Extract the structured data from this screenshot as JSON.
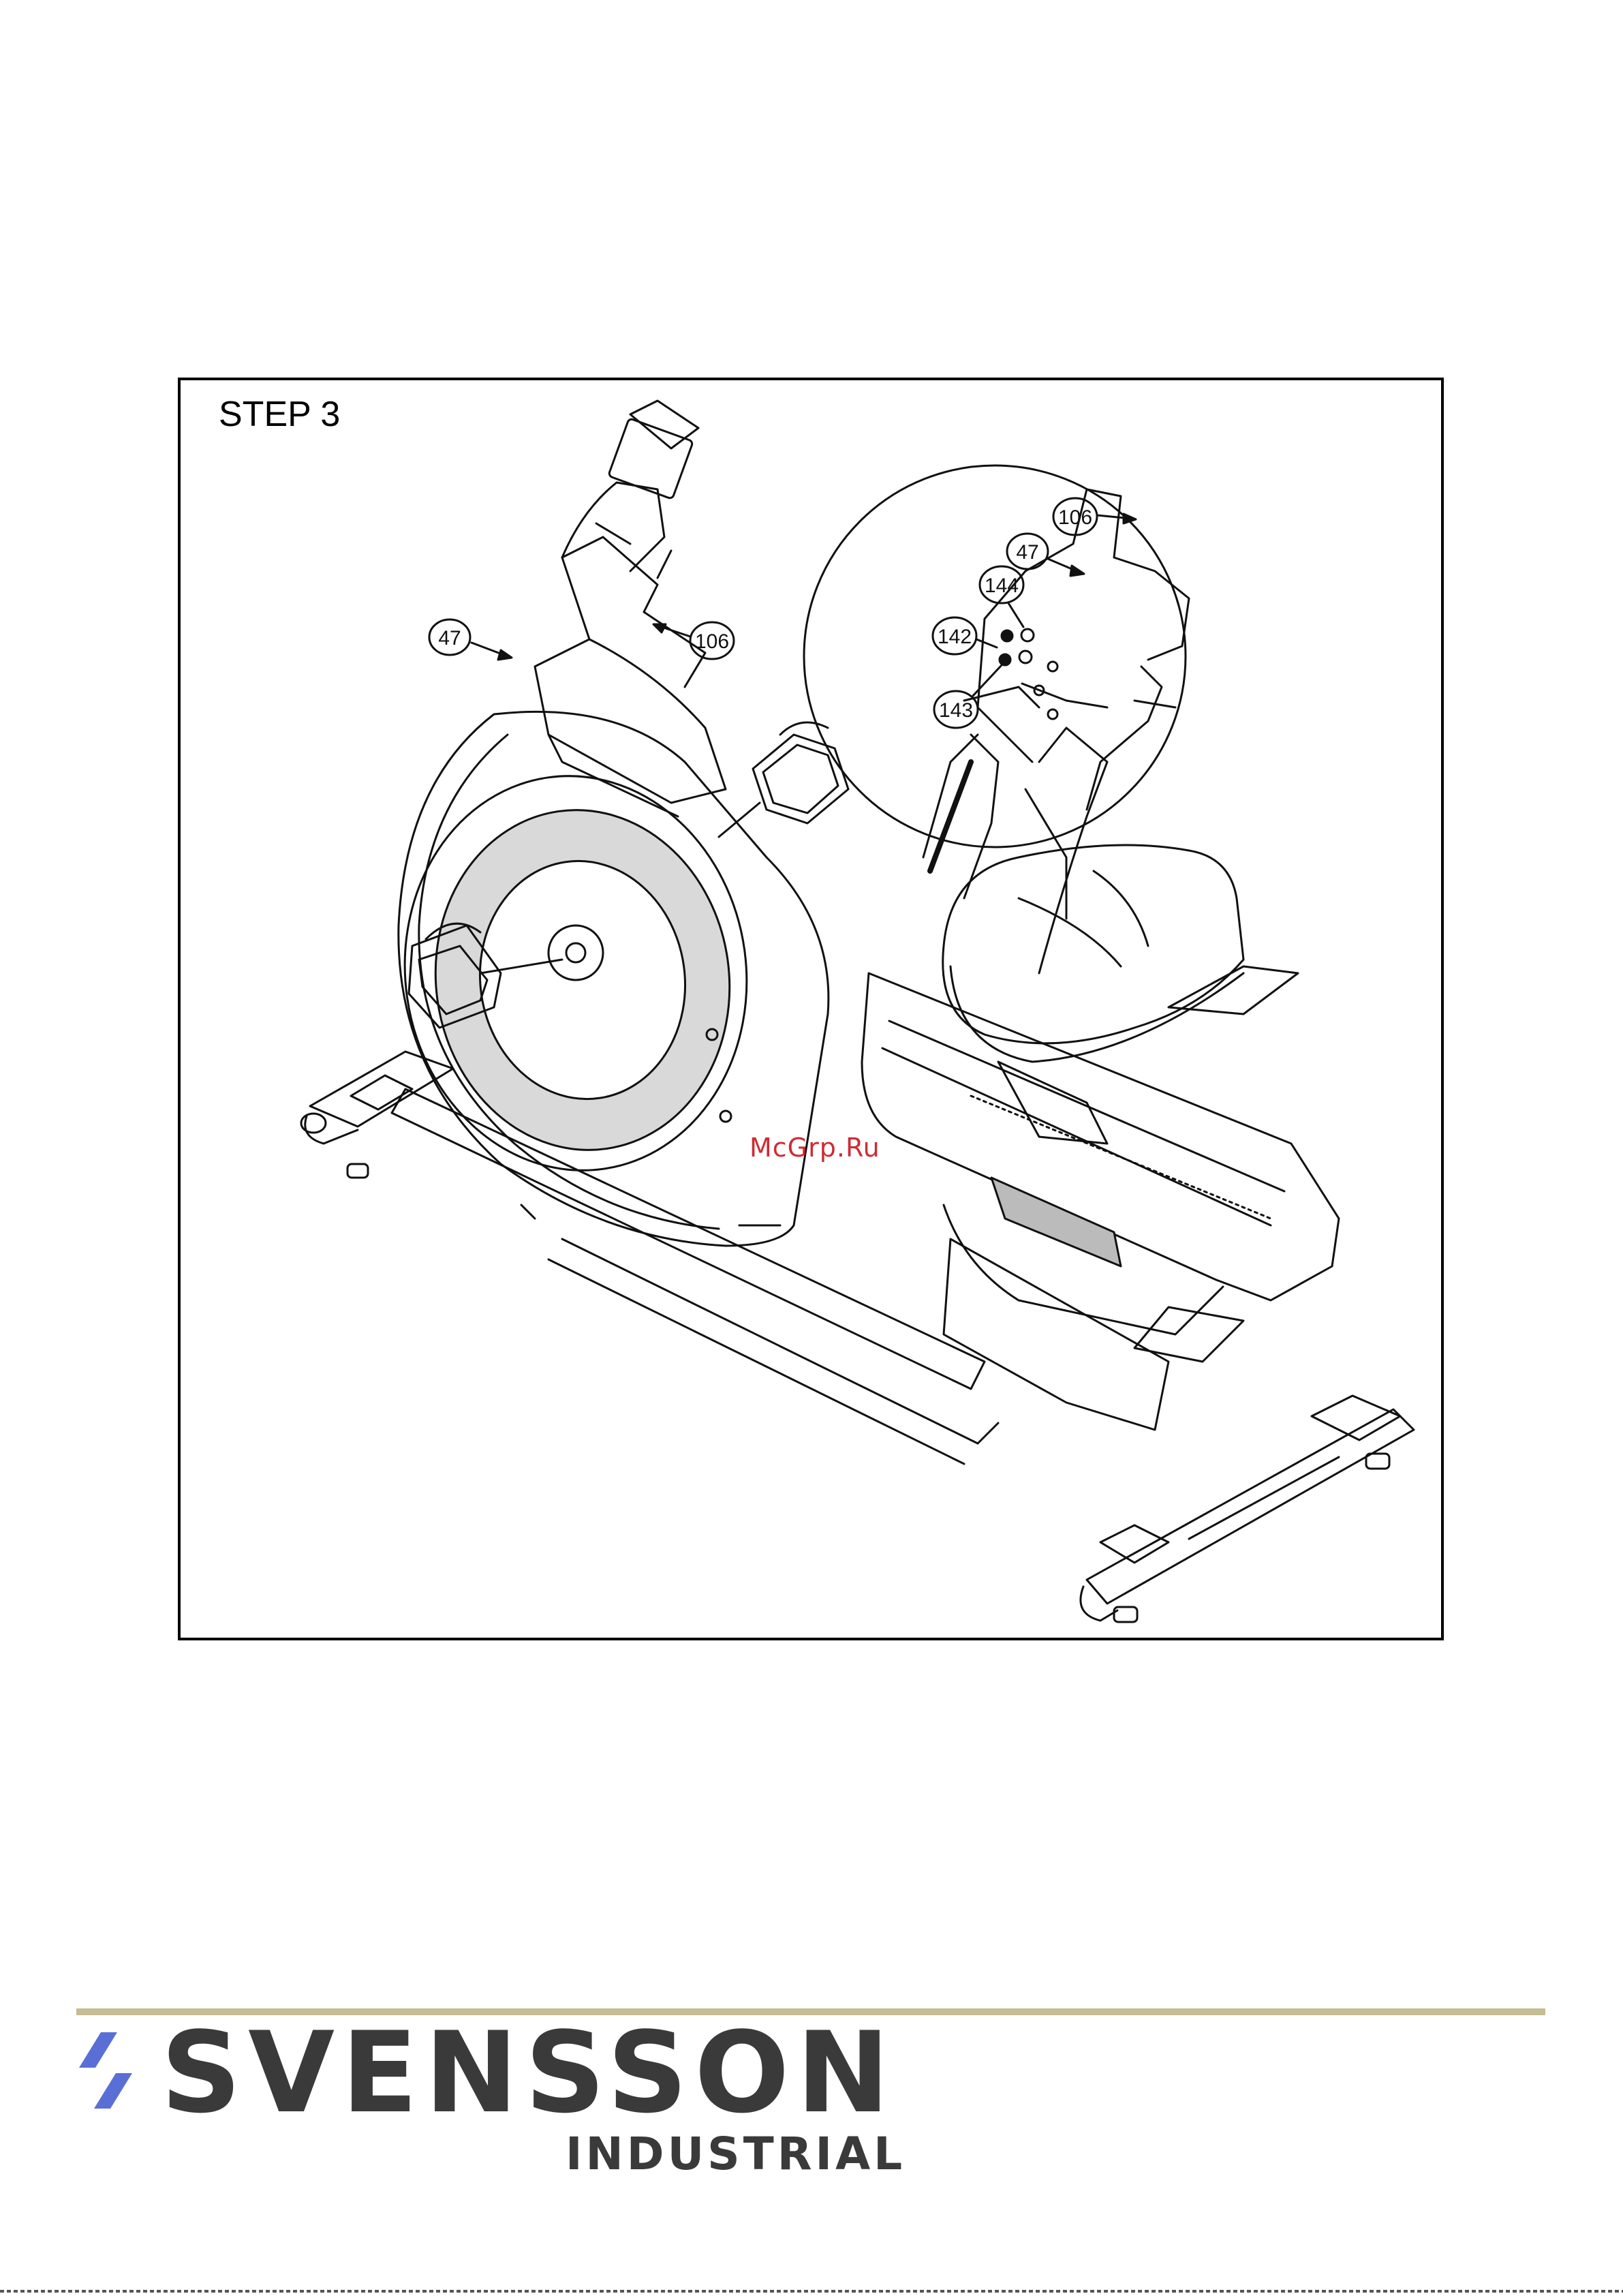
{
  "step": {
    "title": "STEP 3"
  },
  "callouts": {
    "main_47": "47",
    "main_106": "106",
    "detail_106": "106",
    "detail_47": "47",
    "detail_144": "144",
    "detail_142": "142",
    "detail_143": "143"
  },
  "watermark": "McGrp.Ru",
  "brand": {
    "name": "SVENSSON",
    "subtitle": "INDUSTRIAL",
    "line_color": "#c5bd93",
    "mark_color": "#5a6fd6",
    "text_color": "#3a3a3a"
  }
}
